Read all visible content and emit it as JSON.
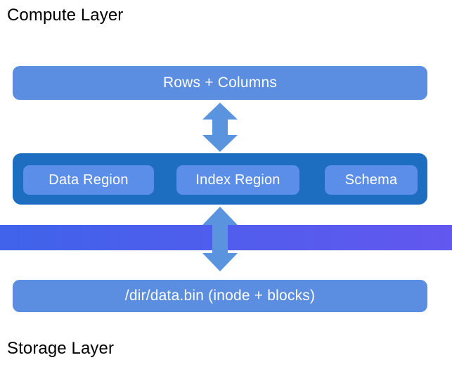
{
  "diagram": {
    "compute_layer_caption": "Compute Layer",
    "storage_layer_caption": "Storage Layer",
    "logical_view_label": "Rows + Columns",
    "file_path_label": "/dir/data.bin (inode + blocks)",
    "file_format_regions": [
      {
        "label": "Data Region"
      },
      {
        "label": "Index Region"
      },
      {
        "label": "Schema"
      }
    ],
    "connectors": [
      {
        "name": "logical-to-format",
        "kind": "double-headed-vertical-arrow"
      },
      {
        "name": "format-to-storage",
        "kind": "double-headed-vertical-arrow"
      }
    ],
    "boundary_band": {
      "label": "",
      "gradient_start": "#3f63ea",
      "gradient_end": "#6257ef"
    },
    "colors": {
      "box_blue": "#5b8ee0",
      "container_dark_blue": "#1d6ec0",
      "chip_blue": "#5b8ee8",
      "arrow_blue": "#5b94de",
      "background": "#ffffff",
      "caption_text": "#000000",
      "box_text": "#ffffff"
    }
  }
}
